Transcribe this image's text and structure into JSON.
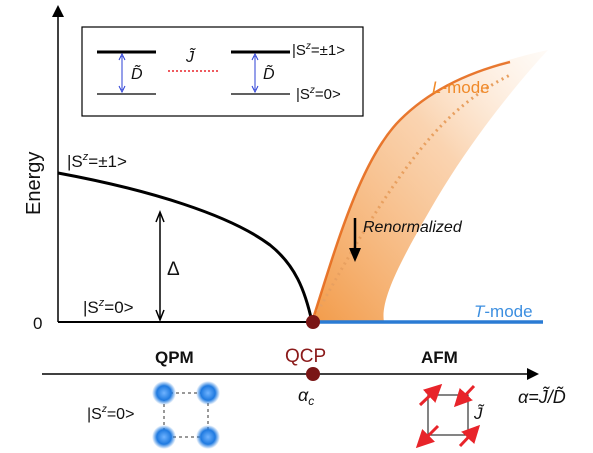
{
  "diagram": {
    "y_axis_label": "Energy",
    "zero_label": "0",
    "level_upper": "|S",
    "level_upper_sup": "z",
    "level_upper_tail": "=±1>",
    "level_lower": "|S",
    "level_lower_sup": "z",
    "level_lower_tail": "=0>",
    "gap_symbol": "Δ",
    "qcp_label": "QCP",
    "alpha_c_main": "α",
    "alpha_c_sub": "c",
    "x_axis_label": "α=J̃/D̃",
    "l_mode_prefix": "L",
    "l_mode_suffix": "-mode",
    "t_mode_prefix": "T",
    "t_mode_suffix": "-mode",
    "renormalized_label": "Renormalized",
    "qpm_label": "QPM",
    "afm_label": "AFM",
    "qpm_state_main": "|S",
    "qpm_state_sup": "z",
    "qpm_state_tail": "=0>",
    "afm_coupling": "J̃"
  },
  "inset": {
    "d_left": "D̃",
    "d_right": "D̃",
    "j_label": "J̃",
    "upper_state_main": "|S",
    "upper_state_sup": "z",
    "upper_state_tail": "=±1>",
    "lower_state_main": "|S",
    "lower_state_sup": "z",
    "lower_state_tail": "=0>"
  },
  "colors": {
    "gap_curve": "#000000",
    "qcp_dot": "#7a1616",
    "l_mode": "#f08a2a",
    "t_mode": "#2a7bd4",
    "magnon_blue": "#1f7ae0",
    "spin_arrow": "#e8242a",
    "qcp_text": "#8b1a1a"
  }
}
